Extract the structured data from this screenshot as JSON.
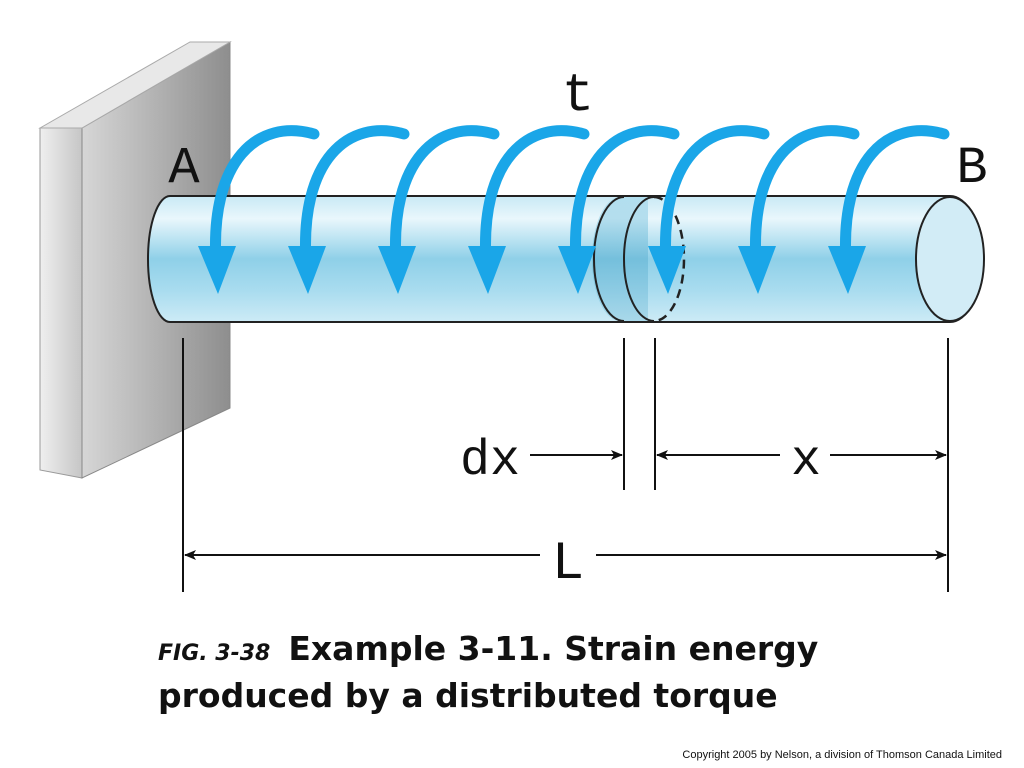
{
  "figure": {
    "torque_label": "t",
    "end_a_label": "A",
    "end_b_label": "B",
    "element_label": "dx",
    "distance_label": "x",
    "length_label": "L",
    "torque_arrow_count": 8
  },
  "caption": {
    "fig_number": "FIG. 3-38",
    "text_line1": "Example 3-11. Strain energy",
    "text_line2": "produced by a distributed torque"
  },
  "copyright": "Copyright 2005 by Nelson, a division of Thomson Canada Limited",
  "colors": {
    "arrow": "#1aa6e8",
    "shaft_light": "#e6f5fb",
    "shaft_mid": "#8fd0e8",
    "shaft_dark": "#5fb2d2",
    "wall_front": "#bdbdbd",
    "wall_side": "#d9d9d9"
  }
}
